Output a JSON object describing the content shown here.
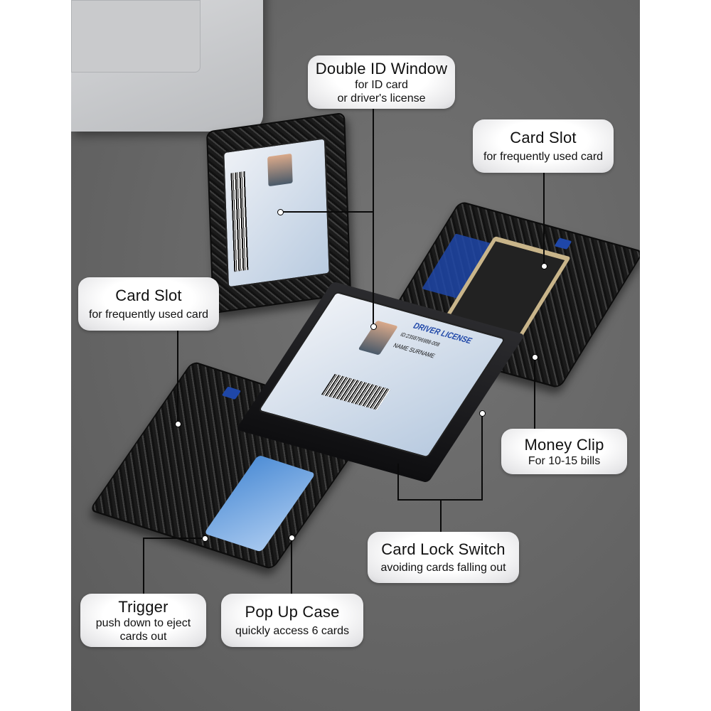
{
  "callouts": {
    "double_id": {
      "title": "Double ID Window",
      "line1": "for ID card",
      "line2": "or driver's license"
    },
    "card_slot_right": {
      "title": "Card Slot",
      "line1": "for frequently used card"
    },
    "card_slot_left": {
      "title": "Card Slot",
      "line1": "for frequently used card"
    },
    "money_clip": {
      "title": "Money Clip",
      "line1": "For 10-15 bills"
    },
    "card_lock": {
      "title": "Card Lock Switch",
      "line1": "avoiding cards falling out"
    },
    "trigger": {
      "title": "Trigger",
      "line1": "push down to eject",
      "line2": "cards out"
    },
    "pop_up": {
      "title": "Pop Up Case",
      "line1": "quickly access 6 cards"
    }
  },
  "id_card": {
    "header": "DRIVER LICENSE",
    "name": "NAME SURNAME",
    "id": "ID:2358796988-008"
  },
  "colors": {
    "background": "#6a6a6a",
    "callout": "#ffffff",
    "accent_blue": "#1f47a8"
  }
}
